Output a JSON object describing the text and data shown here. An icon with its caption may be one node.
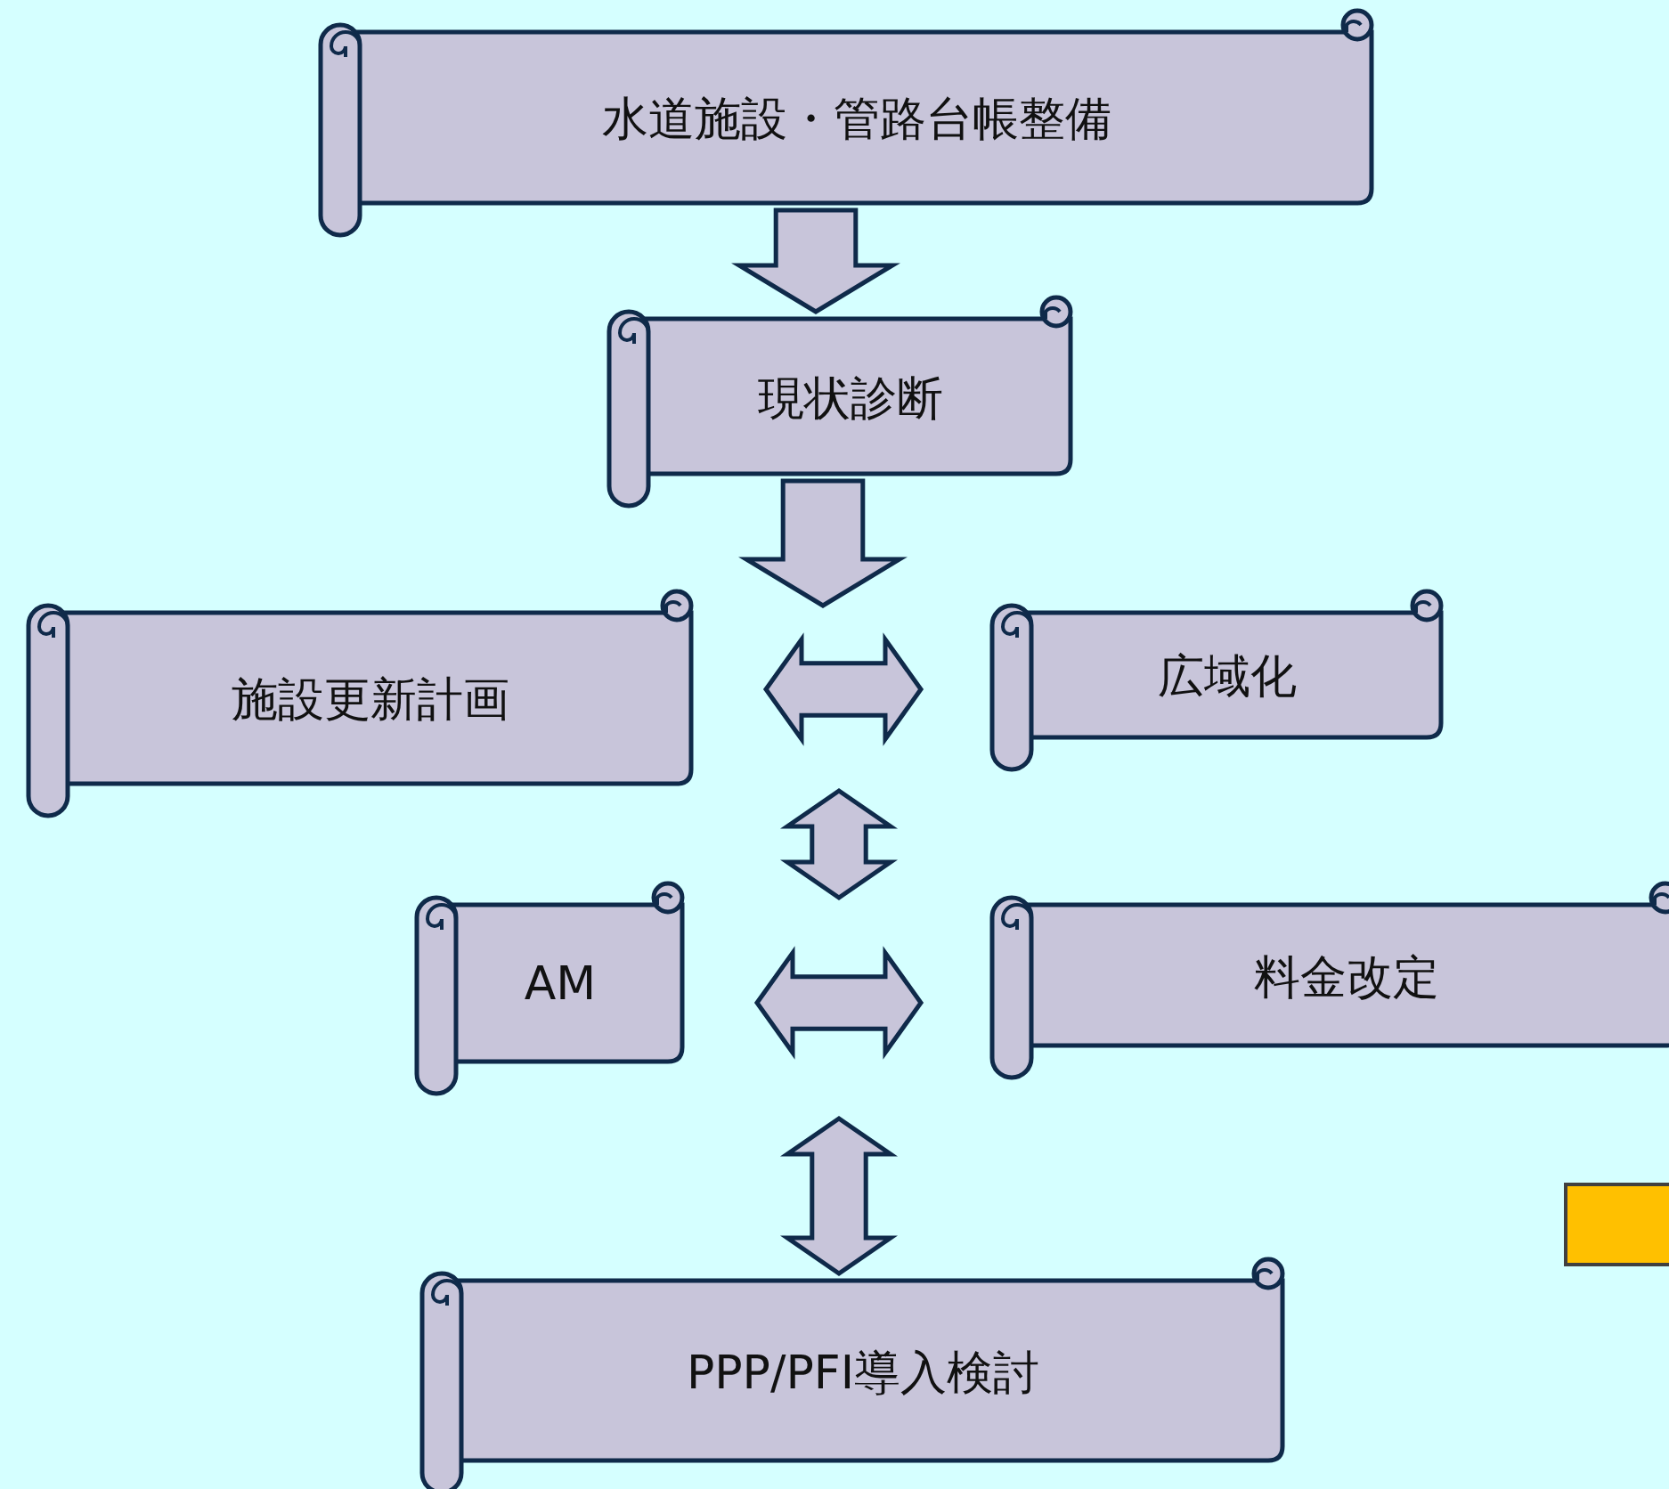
{
  "diagram": {
    "nodes": [
      {
        "text": [
          "水道施設・管路台帳整備"
        ]
      },
      {
        "text": [
          "現状診断"
        ]
      },
      {
        "text": [
          "施設更新計画"
        ]
      },
      {
        "text": [
          "広域化"
        ]
      },
      {
        "text": [
          "AM"
        ]
      },
      {
        "text": [
          "料金改定"
        ]
      },
      {
        "text": [
          "PPP/PFI導入検討"
        ]
      }
    ],
    "edges": [
      {
        "from": 0,
        "to": 1,
        "arrow": "to"
      },
      {
        "from": 1,
        "to": null,
        "arrow": "to"
      },
      {
        "from": 2,
        "to": 3,
        "arrow": "both"
      },
      {
        "from": 2,
        "to": 4,
        "arrow": "both"
      },
      {
        "from": 4,
        "to": 5,
        "arrow": "both"
      },
      {
        "from": null,
        "to": 6,
        "arrow": "both"
      }
    ]
  }
}
